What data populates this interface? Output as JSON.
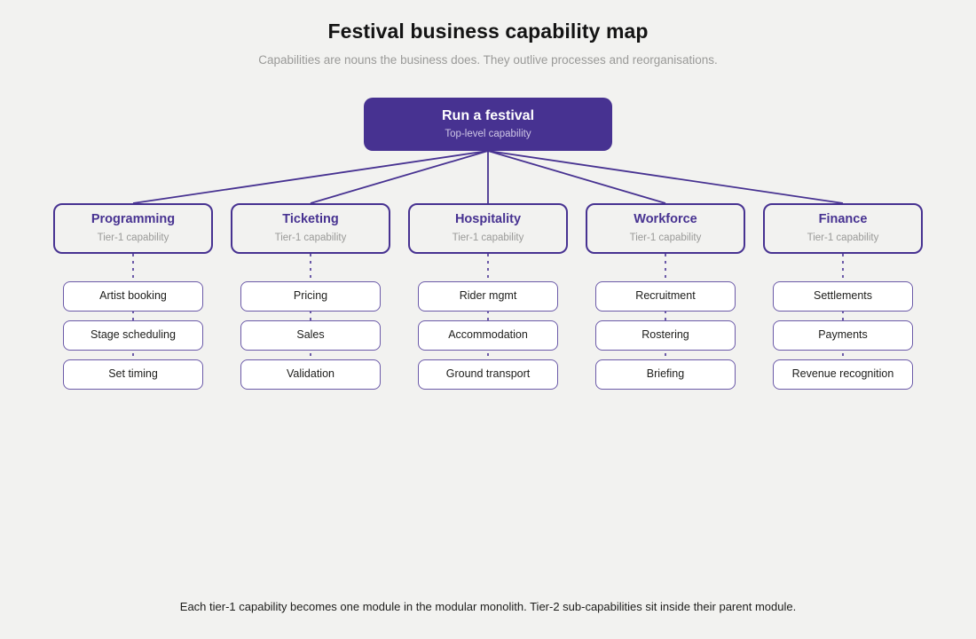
{
  "header": {
    "title": "Festival business capability map",
    "subtitle": "Capabilities are nouns the business does. They outlive processes and reorganisations."
  },
  "colors": {
    "background": "#f2f2f0",
    "primary": "#473291",
    "secondary": "#6b5aa8",
    "muted_text": "#9a9a98",
    "node_text": "#1d1d1b",
    "root_text": "#ffffff",
    "root_subtext": "#cfc7e6"
  },
  "root": {
    "title": "Run a festival",
    "subtitle": "Top-level capability"
  },
  "tier1": [
    {
      "title": "Programming",
      "subtitle": "Tier-1 capability",
      "children": [
        "Artist booking",
        "Stage scheduling",
        "Set timing"
      ]
    },
    {
      "title": "Ticketing",
      "subtitle": "Tier-1 capability",
      "children": [
        "Pricing",
        "Sales",
        "Validation"
      ]
    },
    {
      "title": "Hospitality",
      "subtitle": "Tier-1 capability",
      "children": [
        "Rider mgmt",
        "Accommodation",
        "Ground transport"
      ]
    },
    {
      "title": "Workforce",
      "subtitle": "Tier-1 capability",
      "children": [
        "Recruitment",
        "Rostering",
        "Briefing"
      ]
    },
    {
      "title": "Finance",
      "subtitle": "Tier-1 capability",
      "children": [
        "Settlements",
        "Payments",
        "Revenue recognition"
      ]
    }
  ],
  "footer": {
    "caption": "Each tier-1 capability becomes one module in the modular monolith. Tier-2 sub-capabilities sit inside their parent module."
  }
}
